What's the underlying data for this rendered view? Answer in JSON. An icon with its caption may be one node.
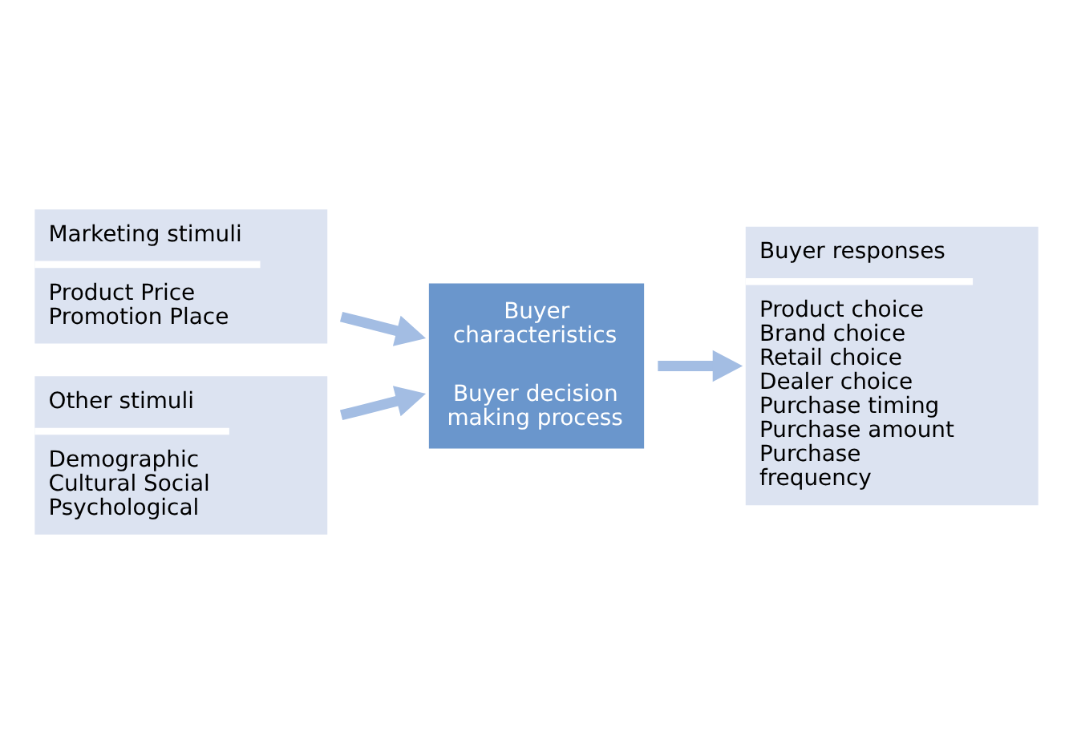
{
  "diagram": {
    "nodes": [
      {
        "text": [
          "Marketing stimuli",
          "Product Price Promotion Place"
        ]
      },
      {
        "text": [
          "Other stimuli",
          "Demographic Cultural Social Psychological"
        ]
      },
      {
        "text": [
          "Buyer characteristics",
          "Buyer decision making process"
        ]
      },
      {
        "text": [
          "Buyer responses",
          "Product choice Brand choice Retail choice Dealer choice Purchase timing Purchase amount Purchase frequency"
        ]
      }
    ],
    "edges": [
      {
        "from": 0,
        "to": 2,
        "arrow": "to"
      },
      {
        "from": 1,
        "to": 2,
        "arrow": "to"
      },
      {
        "from": 2,
        "to": 3,
        "arrow": "to"
      }
    ]
  }
}
